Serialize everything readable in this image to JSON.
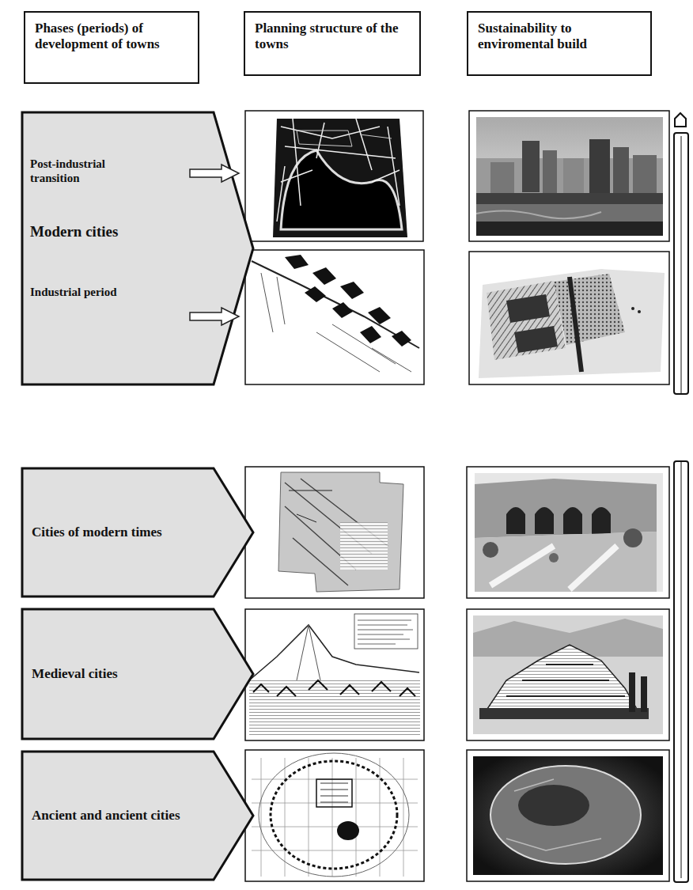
{
  "diagram": {
    "nodes": [
      {
        "text": [
          "Phases (periods) of development of towns"
        ]
      },
      {
        "text": [
          "Planning structure of the towns"
        ]
      },
      {
        "text": [
          "Sustainability to enviromental build"
        ]
      },
      {
        "text": [
          "Post-industrial transition",
          "Modern cities",
          "Industrial period"
        ]
      },
      {
        "text": [
          "Cities of modern times"
        ]
      },
      {
        "text": [
          "Medieval cities"
        ]
      },
      {
        "text": [
          "Ancient and ancient cities"
        ]
      }
    ]
  }
}
